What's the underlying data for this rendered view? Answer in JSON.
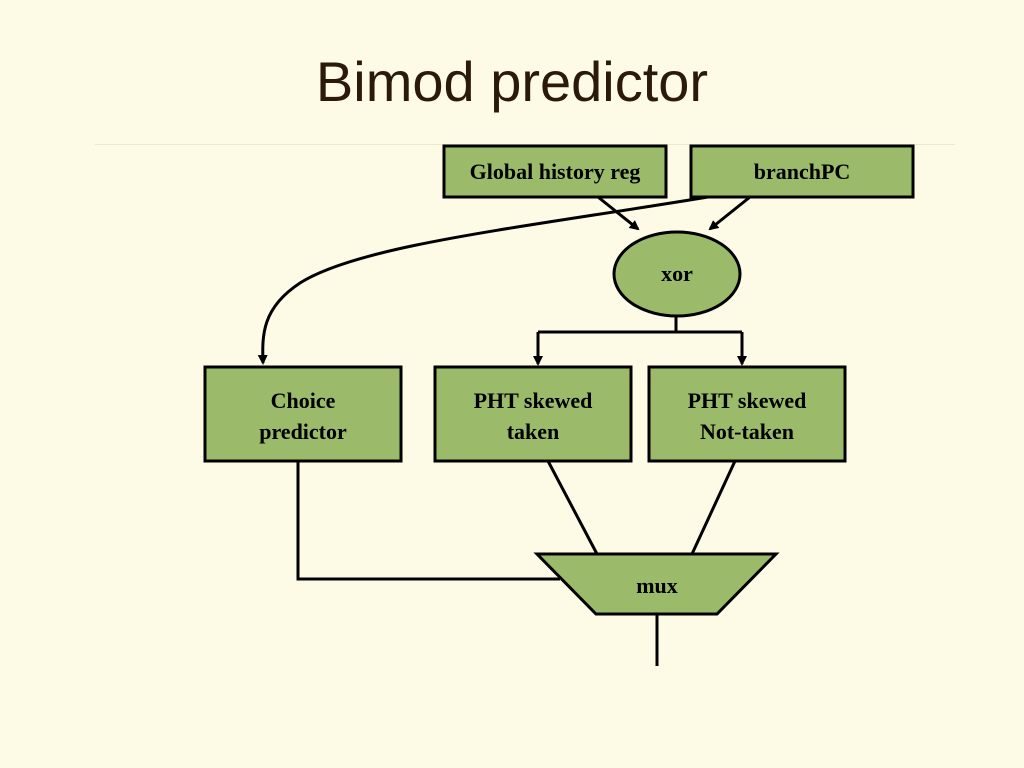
{
  "slide": {
    "title": "Bimod predictor"
  },
  "diagram": {
    "colors": {
      "background": "#fdfbe6",
      "box_fill": "#9bbb6a",
      "stroke": "#000000",
      "title": "#2b1a0a"
    },
    "nodes": {
      "global_history_reg": {
        "label": "Global history reg"
      },
      "branch_pc": {
        "label": "branchPC"
      },
      "xor": {
        "label": "xor"
      },
      "choice_predictor": {
        "line1": "Choice",
        "line2": "predictor"
      },
      "pht_taken": {
        "line1": "PHT skewed",
        "line2": "taken"
      },
      "pht_not_taken": {
        "line1": "PHT skewed",
        "line2": "Not-taken"
      },
      "mux": {
        "label": "mux"
      }
    }
  }
}
